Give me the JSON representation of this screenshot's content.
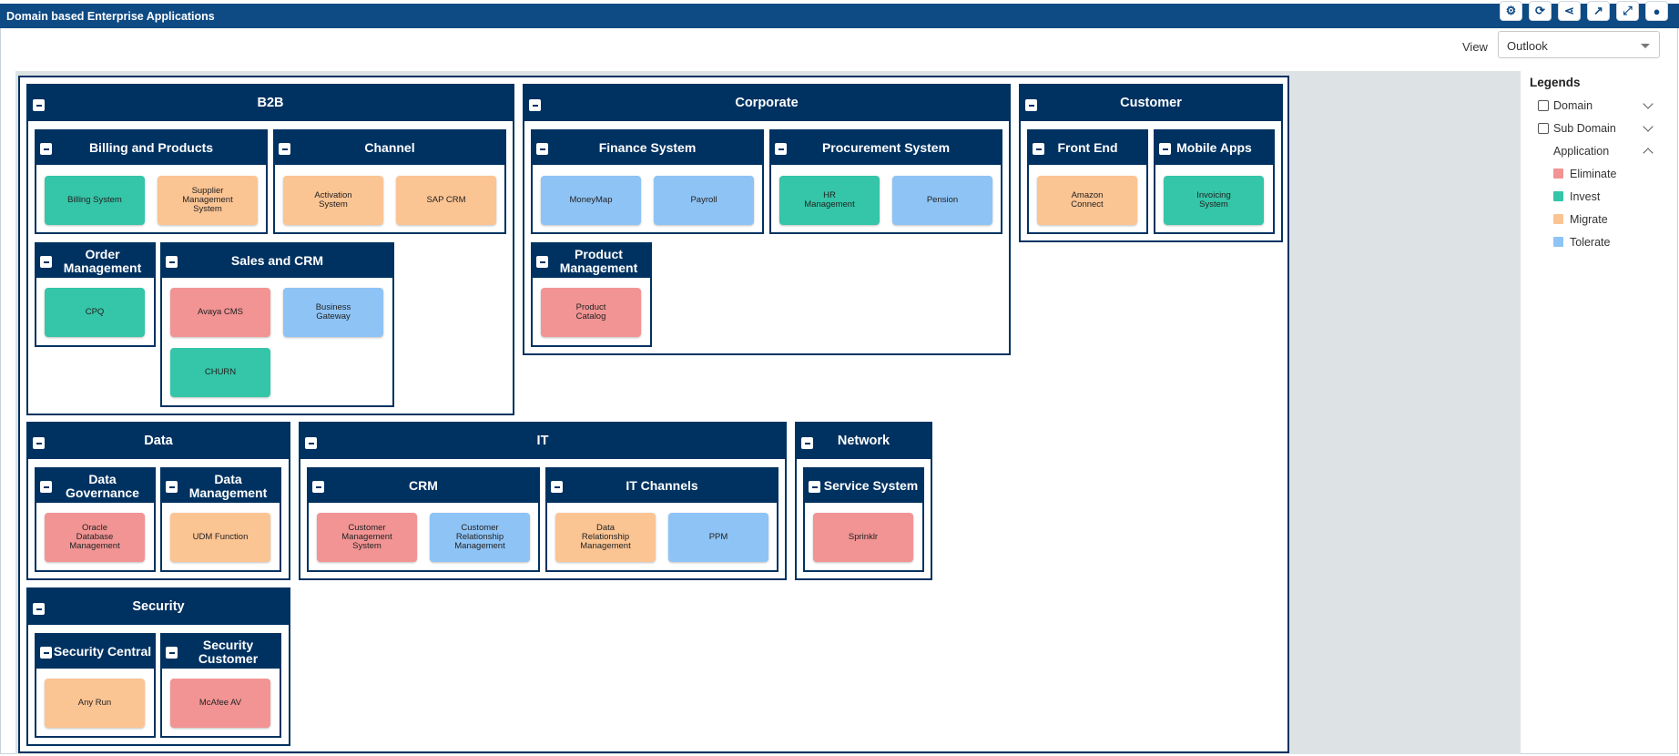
{
  "window": {
    "title": "Domain based Enterprise Applications"
  },
  "toolbar": {
    "icons": [
      "gear-icon",
      "refresh-icon",
      "share-icon",
      "open-external-icon",
      "expand-icon",
      "comment-icon"
    ]
  },
  "view": {
    "label": "View",
    "selected": "Outlook"
  },
  "legend": {
    "title": "Legends",
    "domain_label": "Domain",
    "subdomain_label": "Sub Domain",
    "application_label": "Application",
    "items": [
      {
        "label": "Eliminate",
        "color": "#f29494"
      },
      {
        "label": "Invest",
        "color": "#35c5a8"
      },
      {
        "label": "Migrate",
        "color": "#fbc493"
      },
      {
        "label": "Tolerate",
        "color": "#8ec3f5"
      }
    ]
  },
  "colors": {
    "Eliminate": "#f29494",
    "Invest": "#35c5a8",
    "Migrate": "#fbc493",
    "Tolerate": "#8ec3f5",
    "header": "#003261"
  },
  "domains": {
    "b2b": {
      "title": "B2B",
      "subs": {
        "billing": {
          "title": "Billing and Products",
          "apps": [
            {
              "name": "Billing System",
              "status": "Invest"
            },
            {
              "name": "Supplier Management System",
              "status": "Migrate"
            }
          ]
        },
        "channel": {
          "title": "Channel",
          "apps": [
            {
              "name": "Activation System",
              "status": "Migrate"
            },
            {
              "name": "SAP CRM",
              "status": "Migrate"
            }
          ]
        },
        "order": {
          "title": "Order Management",
          "apps": [
            {
              "name": "CPQ",
              "status": "Invest"
            }
          ]
        },
        "sales": {
          "title": "Sales and CRM",
          "apps": [
            {
              "name": "Avaya CMS",
              "status": "Eliminate"
            },
            {
              "name": "Business Gateway",
              "status": "Tolerate"
            },
            {
              "name": "CHURN",
              "status": "Invest"
            }
          ]
        }
      }
    },
    "corporate": {
      "title": "Corporate",
      "subs": {
        "finance": {
          "title": "Finance System",
          "apps": [
            {
              "name": "MoneyMap",
              "status": "Tolerate"
            },
            {
              "name": "Payroll",
              "status": "Tolerate"
            }
          ]
        },
        "procurement": {
          "title": "Procurement System",
          "apps": [
            {
              "name": "HR Management",
              "status": "Invest"
            },
            {
              "name": "Pension",
              "status": "Tolerate"
            }
          ]
        },
        "product": {
          "title": "Product Management",
          "apps": [
            {
              "name": "Product Catalog",
              "status": "Eliminate"
            }
          ]
        }
      }
    },
    "customer": {
      "title": "Customer",
      "subs": {
        "frontend": {
          "title": "Front End",
          "apps": [
            {
              "name": "Amazon Connect",
              "status": "Migrate"
            }
          ]
        },
        "mobile": {
          "title": "Mobile Apps",
          "apps": [
            {
              "name": "Invoicing System",
              "status": "Invest"
            }
          ]
        }
      }
    },
    "data": {
      "title": "Data",
      "subs": {
        "governance": {
          "title": "Data Governance",
          "apps": [
            {
              "name": "Oracle Database Management",
              "status": "Eliminate"
            }
          ]
        },
        "management": {
          "title": "Data Management",
          "apps": [
            {
              "name": "UDM Function",
              "status": "Migrate"
            }
          ]
        }
      }
    },
    "it": {
      "title": "IT",
      "subs": {
        "crm": {
          "title": "CRM",
          "apps": [
            {
              "name": "Customer Management System",
              "status": "Eliminate"
            },
            {
              "name": "Customer Relationship Management",
              "status": "Tolerate"
            }
          ]
        },
        "itchannels": {
          "title": "IT Channels",
          "apps": [
            {
              "name": "Data Relationship Management",
              "status": "Migrate"
            },
            {
              "name": "PPM",
              "status": "Tolerate"
            }
          ]
        }
      }
    },
    "network": {
      "title": "Network",
      "subs": {
        "service": {
          "title": "Service System",
          "apps": [
            {
              "name": "Sprinklr",
              "status": "Eliminate"
            }
          ]
        }
      }
    },
    "security": {
      "title": "Security",
      "subs": {
        "central": {
          "title": "Security Central",
          "apps": [
            {
              "name": "Any Run",
              "status": "Migrate"
            }
          ]
        },
        "customer": {
          "title": "Security Customer",
          "apps": [
            {
              "name": "McAfee AV",
              "status": "Eliminate"
            }
          ]
        }
      }
    }
  }
}
